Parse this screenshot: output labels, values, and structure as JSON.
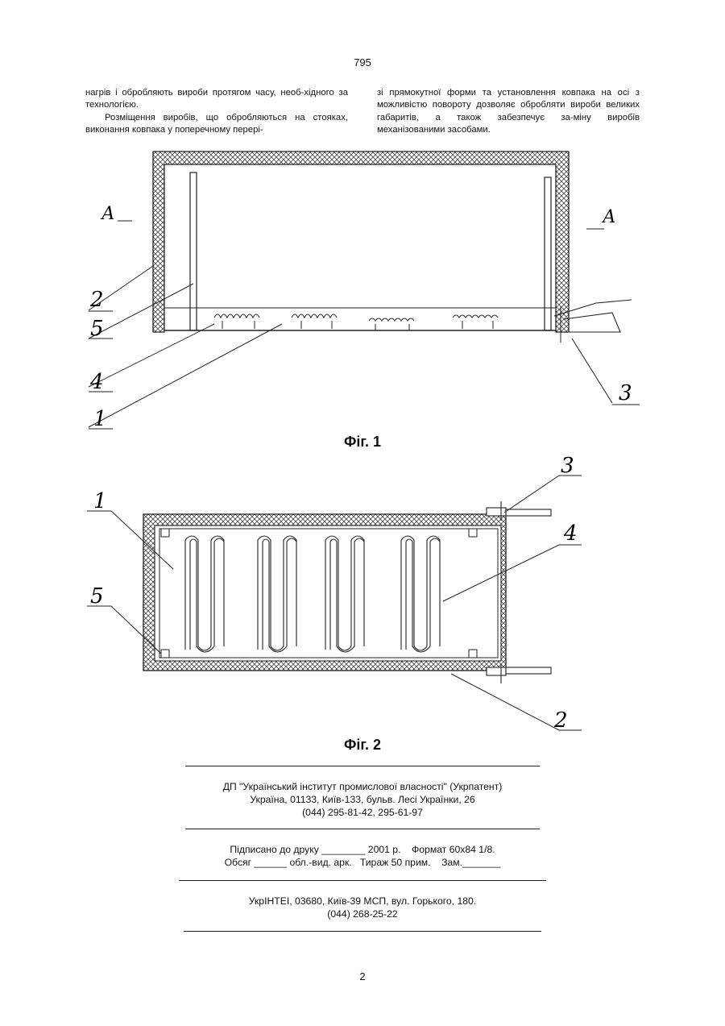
{
  "header": {
    "page_number": "795"
  },
  "columns": {
    "left": [
      "нагрів і обробляють вироби протягом часу, необ-хідного за технологією.",
      "Розміщення виробів, що обробляються на стояках, виконання ковпака у поперечному перері-"
    ],
    "right": [
      "зі прямокутної форми та установлення ковпака на осі з можливістю повороту дозволяє обробляти вироби великих габаритів, а також забезпечує за-міну виробів механізованими засобами."
    ]
  },
  "figures": {
    "fig1": {
      "caption": "Фіг. 1",
      "section_left": "А",
      "section_right": "А",
      "labels": [
        "2",
        "5",
        "4",
        "1",
        "3"
      ]
    },
    "fig2": {
      "caption": "Фіг. 2",
      "labels": [
        "1",
        "5",
        "3",
        "4",
        "2"
      ]
    }
  },
  "footer": {
    "publisher_lines": [
      "ДП \"Український інститут промислової власності\" (Укрпатент)",
      "Україна, 01133, Київ-133, бульв. Лесі Українки, 26",
      "(044) 295-81-42, 295-61-97"
    ],
    "print_lines": [
      "Підписано до друку ________ 2001 р.    Формат 60х84 1/8.",
      "Обсяг ______ обл.-вид. арк.   Тираж 50 прим.    Зам._______"
    ],
    "printer_lines": [
      "УкрІНТЕІ, 03680, Київ-39 МСП, вул. Горького, 180.",
      "(044) 268-25-22"
    ]
  },
  "page_footer": {
    "page_number": "2"
  }
}
